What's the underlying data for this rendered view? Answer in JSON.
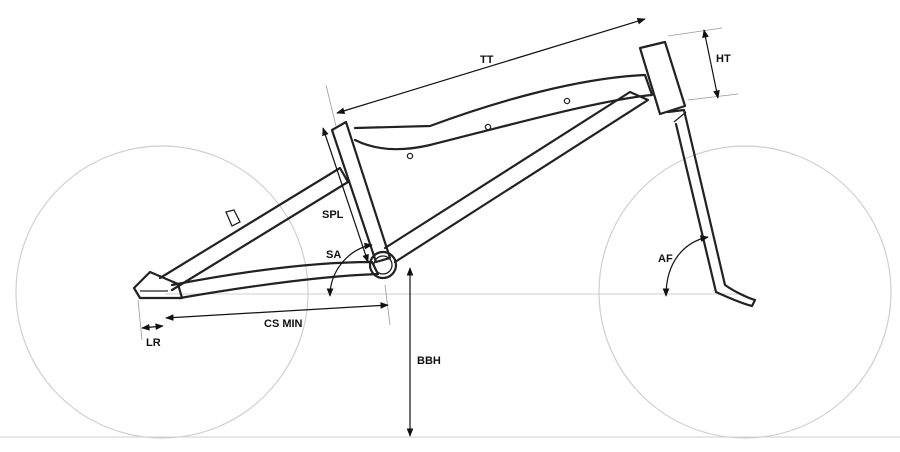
{
  "labels": {
    "tt": "TT",
    "ht": "HT",
    "spl": "SPL",
    "sa": "SA",
    "af": "AF",
    "lr": "LR",
    "cs_min": "CS MIN",
    "bbh": "BBH"
  }
}
